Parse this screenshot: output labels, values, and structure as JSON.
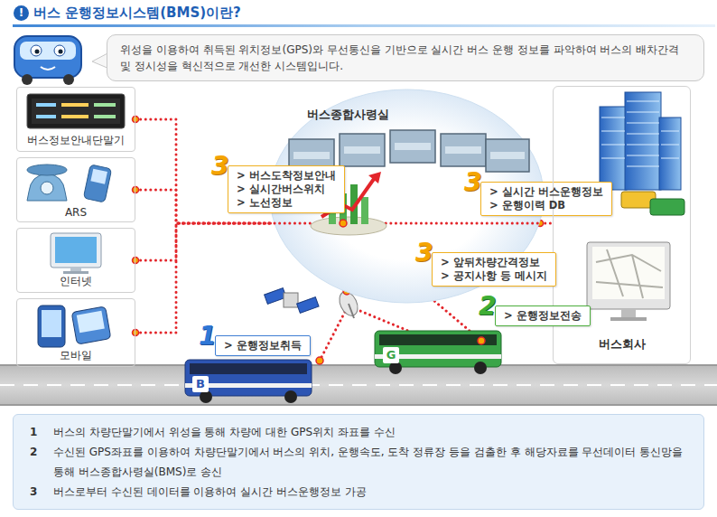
{
  "diagram": {
    "title": "버스 운행정보시스템(BMS)이란?",
    "nodes": [
      {
        "text": [
          "위성을 이용하여 취득된 위치정보(GPS)와 무선통신을 기반으로 실시간 버스 운행 정보를 파악하여 버스의 배차간격 및 정시성을 혁신적으로 개선한 시스템입니다."
        ]
      },
      {
        "text": [
          "버스정보안내단말기"
        ]
      },
      {
        "text": [
          "ARS"
        ]
      },
      {
        "text": [
          "인터넷"
        ]
      },
      {
        "text": [
          "모바일"
        ]
      },
      {
        "text": [
          "버스종합사령실"
        ]
      },
      {
        "text": [
          "3",
          "> 버스도착정보안내",
          "> 실시간버스위치",
          "> 노선정보"
        ]
      },
      {
        "text": [
          "3",
          "> 실시간 버스운행정보",
          "> 운행이력 DB"
        ]
      },
      {
        "text": [
          "버스회사"
        ]
      },
      {
        "text": [
          "3",
          "> 앞뒤차량간격정보",
          "> 공지사항 등 메시지"
        ]
      },
      {
        "text": [
          "2",
          "> 운행정보전송"
        ]
      },
      {
        "text": [
          "1",
          "> 운행정보취득"
        ]
      },
      {
        "text": [
          "1",
          "버스의 차량단말기에서 위성을 통해 차량에 대한 GPS위치 좌표를 수신",
          "2",
          "수신된 GPS좌표를 이용하여 차량단말기에서 버스의 위치, 운행속도, 도착 정류장 등을 검출한 후 해당자료를 무선데이터 통신망을 통해 버스종합사령실(BMS)로 송신",
          "3",
          "버스로부터 수신된 데이터를 이용하여 실시간 버스운행정보 가공"
        ]
      }
    ],
    "edges": [
      {
        "from": 1,
        "to": 5,
        "arrow": "none"
      },
      {
        "from": 2,
        "to": 5,
        "arrow": "none"
      },
      {
        "from": 3,
        "to": 5,
        "arrow": "none"
      },
      {
        "from": 4,
        "to": 5,
        "arrow": "none"
      },
      {
        "from": 5,
        "to": 8,
        "arrow": "none"
      }
    ],
    "labels": [
      "!",
      "B",
      "G"
    ]
  }
}
